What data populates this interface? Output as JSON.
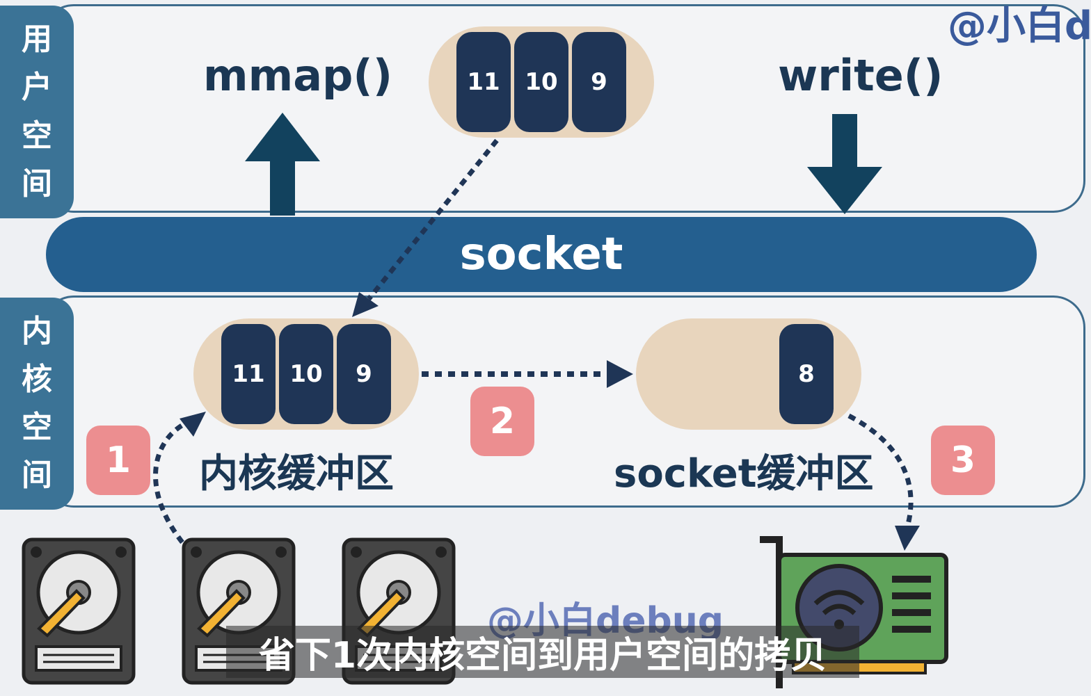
{
  "user_space": {
    "label_chars": [
      "用",
      "户",
      "空",
      "间"
    ]
  },
  "kernel_space": {
    "label_chars": [
      "内",
      "核",
      "空",
      "间"
    ]
  },
  "socket": {
    "label": "socket"
  },
  "functions": {
    "mmap": "mmap()",
    "write": "write()"
  },
  "user_buffer": {
    "blocks": [
      "11",
      "10",
      "9"
    ]
  },
  "kernel_buffer": {
    "label": "内核缓冲区",
    "blocks": [
      "11",
      "10",
      "9"
    ]
  },
  "socket_buffer": {
    "label": "socket缓冲区",
    "blocks": [
      "8"
    ]
  },
  "steps": [
    "1",
    "2",
    "3"
  ],
  "watermarks": {
    "top_right": "@小白d",
    "bottom": "@小白debug"
  },
  "subtitle": "省下1次内核空间到用户空间的拷贝",
  "colors": {
    "accent": "#245f8f",
    "block": "#1f3556",
    "capsule": "#e8d5bd",
    "step": "#ec8e90",
    "disk": "#454545",
    "nic": "#5fa35a"
  }
}
